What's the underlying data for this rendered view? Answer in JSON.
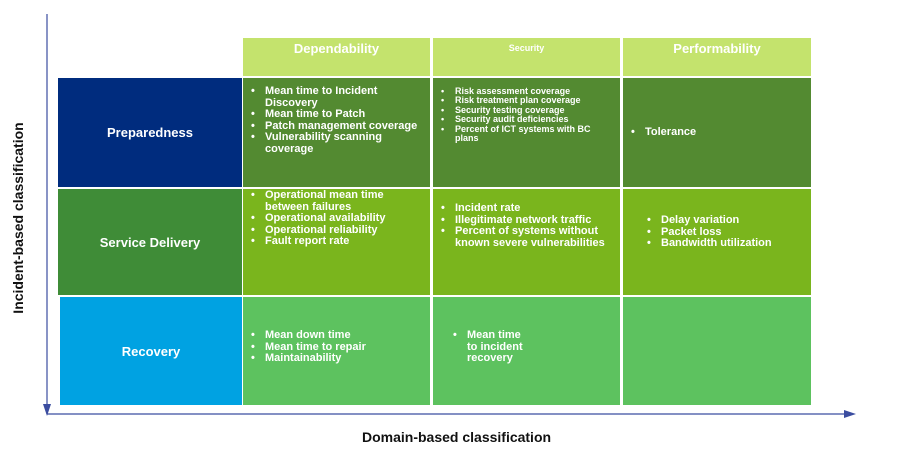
{
  "axis": {
    "y_label": "Incident-based classification",
    "x_label": "Domain-based  classification"
  },
  "columns": [
    "Dependability",
    "Security",
    "Performability"
  ],
  "rows": [
    "Preparedness",
    "Service Delivery",
    "Recovery"
  ],
  "cells": {
    "preparedness": {
      "dependability": [
        "Mean time to Incident Discovery",
        "Mean time to Patch",
        "Patch management coverage",
        "Vulnerability scanning coverage"
      ],
      "security": [
        "Risk assessment coverage",
        "Risk treatment plan coverage",
        "Security testing coverage",
        "Security audit deficiencies",
        "Percent of ICT systems with BC plans"
      ],
      "performability": [
        "Tolerance"
      ]
    },
    "service_delivery": {
      "dependability": [
        "Operational mean time between failures",
        "Operational availability",
        "Operational reliability",
        "Fault report rate"
      ],
      "security": [
        "Incident rate",
        "Illegitimate network traffic",
        "Percent of systems without known severe vulnerabilities"
      ],
      "performability": [
        "Delay variation",
        "Packet loss",
        "Bandwidth utilization"
      ]
    },
    "recovery": {
      "dependability": [
        "Mean down time",
        "Mean time to repair",
        "Maintainability"
      ],
      "security": [
        "Mean time to incident recovery"
      ],
      "performability": []
    }
  },
  "colors": {
    "header": "#c4e36d",
    "row_preparedness": "#002c7e",
    "row_service_delivery": "#3f8c37",
    "row_recovery": "#00a2e2",
    "cells_preparedness": "#538a31",
    "cells_service_delivery": "#7ab51d",
    "cells_recovery": "#5dc25f"
  }
}
